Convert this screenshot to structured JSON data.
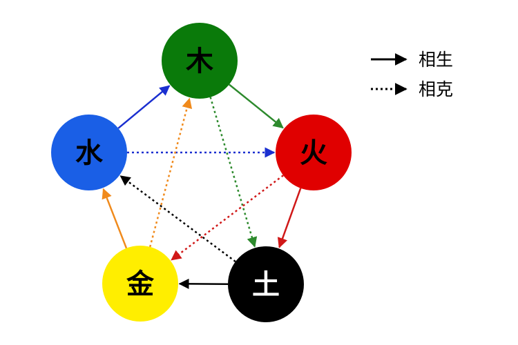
{
  "nodes": {
    "wood": {
      "label": "木",
      "color": "#0a7a0a",
      "text_color": "#000000"
    },
    "fire": {
      "label": "火",
      "color": "#e00000",
      "text_color": "#000000"
    },
    "earth": {
      "label": "土",
      "color": "#000000",
      "text_color": "#ffffff"
    },
    "metal": {
      "label": "金",
      "color": "#ffee00",
      "text_color": "#000000"
    },
    "water": {
      "label": "水",
      "color": "#1a5fe6",
      "text_color": "#000000"
    }
  },
  "edges": {
    "generating": [
      {
        "from": "wood",
        "to": "fire",
        "color": "#2d8a2d"
      },
      {
        "from": "fire",
        "to": "earth",
        "color": "#d01818"
      },
      {
        "from": "earth",
        "to": "metal",
        "color": "#000000"
      },
      {
        "from": "metal",
        "to": "water",
        "color": "#f08a1c"
      },
      {
        "from": "water",
        "to": "wood",
        "color": "#1a2fd0"
      }
    ],
    "overcoming": [
      {
        "from": "wood",
        "to": "earth",
        "color": "#2d8a2d"
      },
      {
        "from": "earth",
        "to": "water",
        "color": "#000000"
      },
      {
        "from": "water",
        "to": "fire",
        "color": "#1a2fd0"
      },
      {
        "from": "fire",
        "to": "metal",
        "color": "#d01818"
      },
      {
        "from": "metal",
        "to": "wood",
        "color": "#f08a1c"
      }
    ]
  },
  "legend": {
    "generating_label": "相生",
    "overcoming_label": "相克"
  }
}
